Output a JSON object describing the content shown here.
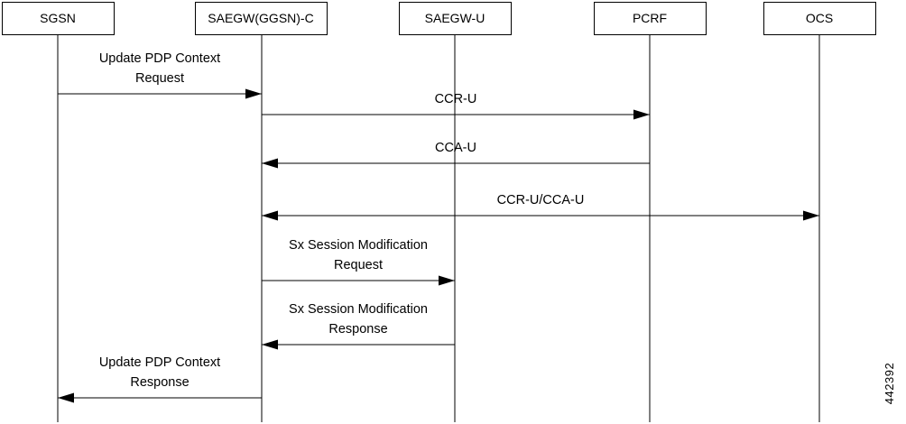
{
  "participants": [
    {
      "id": "sgsn",
      "label": "SGSN"
    },
    {
      "id": "saegw-c",
      "label": "SAEGW(GGSN)-C"
    },
    {
      "id": "saegw-u",
      "label": "SAEGW-U"
    },
    {
      "id": "pcrf",
      "label": "PCRF"
    },
    {
      "id": "ocs",
      "label": "OCS"
    }
  ],
  "messages": [
    {
      "from": "sgsn",
      "to": "saegw-c",
      "lines": [
        "Update PDP Context",
        "Request"
      ],
      "bidirectional": false
    },
    {
      "from": "saegw-c",
      "to": "pcrf",
      "lines": [
        "CCR-U"
      ],
      "bidirectional": false
    },
    {
      "from": "pcrf",
      "to": "saegw-c",
      "lines": [
        "CCA-U"
      ],
      "bidirectional": false
    },
    {
      "from": "saegw-c",
      "to": "ocs",
      "lines": [
        "CCR-U/CCA-U"
      ],
      "bidirectional": true
    },
    {
      "from": "saegw-c",
      "to": "saegw-u",
      "lines": [
        "Sx Session Modification",
        "Request"
      ],
      "bidirectional": false
    },
    {
      "from": "saegw-u",
      "to": "saegw-c",
      "lines": [
        "Sx Session Modification",
        "Response"
      ],
      "bidirectional": false
    },
    {
      "from": "saegw-c",
      "to": "sgsn",
      "lines": [
        "Update PDP Context",
        "Response"
      ],
      "bidirectional": false
    }
  ],
  "figure_id": "442392"
}
